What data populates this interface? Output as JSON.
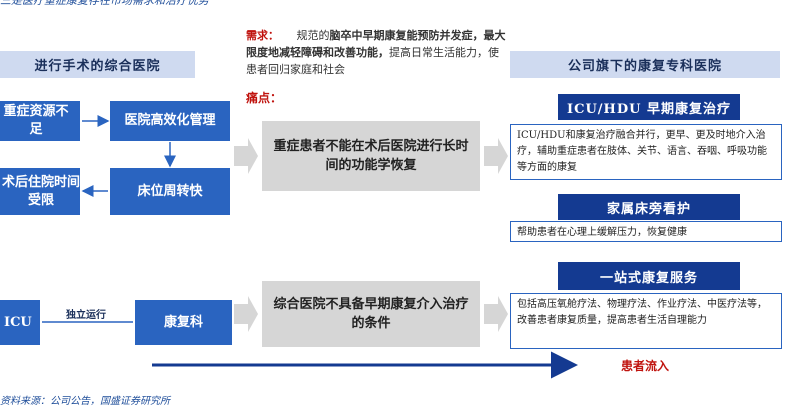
{
  "title": "三是医疗重症康复存在市场需求和治疗优势",
  "left_header": "进行手术的综合医院",
  "right_header": "公司旗下的康复专科医院",
  "requirement": {
    "label": "需求：",
    "text_pre": "规范的",
    "text_bold": "脑卒中早期康复能预防并发症，最大限度地减轻障碍和改善功能，",
    "text_post": "提高日常生活能力，使患者回归家庭和社会"
  },
  "pain_label": "痛点：",
  "left_boxes": {
    "resource": "重症资源不足",
    "management": "医院高效化管理",
    "stay": "术后住院时间受限",
    "turnover": "床位周转快",
    "icu": "ICU",
    "rehab": "康复科"
  },
  "independent_label": "独立运行",
  "pain_points": [
    "重症患者不能在术后医院进行长时间的功能学恢复",
    "综合医院不具备早期康复介入治疗的条件"
  ],
  "services": [
    {
      "title": "ICU/HDU 早期康复治疗",
      "desc": "ICU/HDU和康复治疗融合并行，更早、更及时地介入治疗，辅助重症患者在肢体、关节、语言、吞咽、呼吸功能等方面的康复"
    },
    {
      "title": "家属床旁看护",
      "desc": "帮助患者在心理上缓解压力，恢复健康"
    },
    {
      "title": "一站式康复服务",
      "desc": "包括高压氧舱疗法、物理疗法、作业疗法、中医疗法等，改善患者康复质量，提高患者生活自理能力"
    }
  ],
  "patient_flow": "患者流入",
  "source": "资料来源：公司公告，国盛证券研究所",
  "colors": {
    "navy": "#143a91",
    "blue": "#2a64c0",
    "light": "#cfdaf0",
    "grey": "#d6d6d6",
    "red": "#c0140f"
  }
}
